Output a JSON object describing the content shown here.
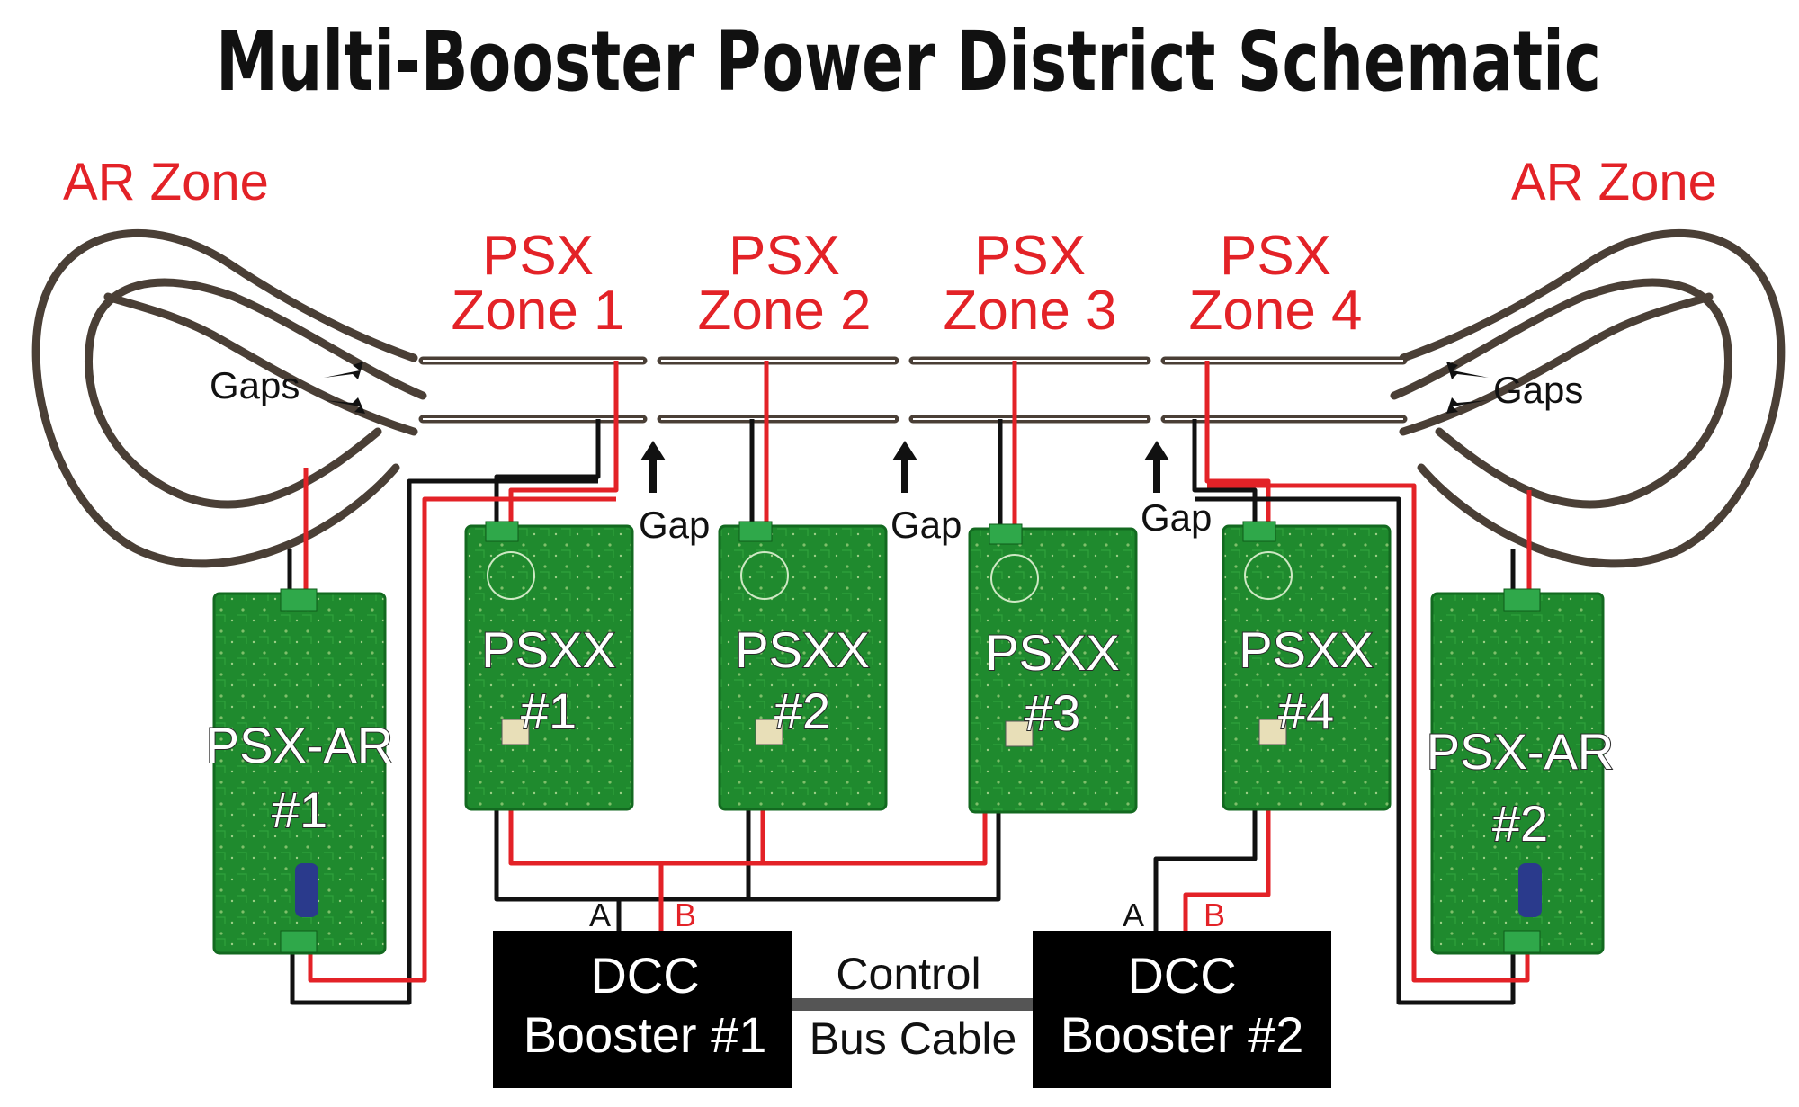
{
  "title": "Multi-Booster Power District Schematic",
  "zones": {
    "ar_left": "AR Zone",
    "ar_right": "AR Zone",
    "psx": [
      {
        "line1": "PSX",
        "line2": "Zone 1"
      },
      {
        "line1": "PSX",
        "line2": "Zone 2"
      },
      {
        "line1": "PSX",
        "line2": "Zone 3"
      },
      {
        "line1": "PSX",
        "line2": "Zone 4"
      }
    ]
  },
  "gap_labels": {
    "left_gaps": "Gaps",
    "right_gaps": "Gaps",
    "gap": [
      "Gap",
      "Gap",
      "Gap"
    ]
  },
  "boards": {
    "psxx": [
      {
        "line1": "PSXX",
        "line2": "#1"
      },
      {
        "line1": "PSXX",
        "line2": "#2"
      },
      {
        "line1": "PSXX",
        "line2": "#3"
      },
      {
        "line1": "PSXX",
        "line2": "#4"
      }
    ],
    "psx_ar": [
      {
        "line1": "PSX-AR",
        "line2": "#1"
      },
      {
        "line1": "PSX-AR",
        "line2": "#2"
      }
    ]
  },
  "boosters": [
    {
      "line1": "DCC",
      "line2": "Booster #1",
      "term_a": "A",
      "term_b": "B"
    },
    {
      "line1": "DCC",
      "line2": "Booster #2",
      "term_a": "A",
      "term_b": "B"
    }
  ],
  "control_cable": {
    "line1": "Control",
    "line2": "Bus Cable"
  },
  "colors": {
    "track": "#4a3f36",
    "rail": "#ffffff",
    "red_wire": "#e32227",
    "black_wire": "#111111",
    "pcb": "#1f8a2e",
    "booster": "#000000"
  }
}
